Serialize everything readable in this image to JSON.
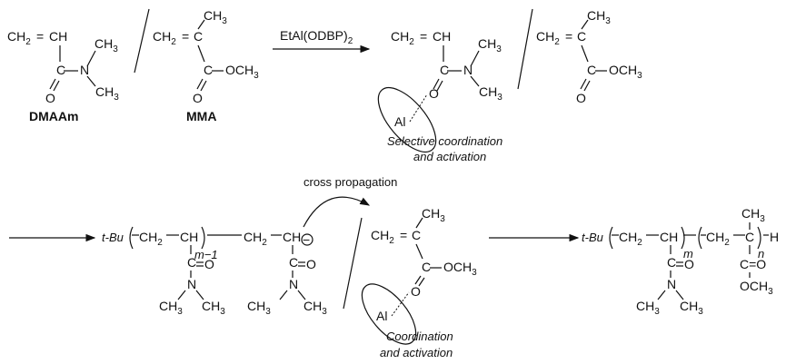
{
  "monomers": {
    "dmaam_label": "DMAAm",
    "mma_label": "MMA"
  },
  "reagent": {
    "text": "EtAl(ODBP)",
    "subscript": "2"
  },
  "captions": {
    "selective_line1": "Selective coordination",
    "selective_line2": "and activation",
    "cross_propagation": "cross propagation",
    "coordination_line1": "Coordination",
    "coordination_line2": "and activation"
  },
  "atoms": {
    "ch2": "CH",
    "two": "2",
    "ch": "CH",
    "c": "C",
    "o": "O",
    "n": "N",
    "ch3": "CH",
    "three": "3",
    "och3": "OCH",
    "al": "Al",
    "tbu": "t-Bu",
    "h": "H",
    "minus": "−",
    "m_minus_1": "m−1",
    "m": "m",
    "n_index": "n",
    "eq": "=",
    "co_eq": "C=O"
  },
  "colors": {
    "ink": "#111111",
    "background": "#ffffff"
  }
}
